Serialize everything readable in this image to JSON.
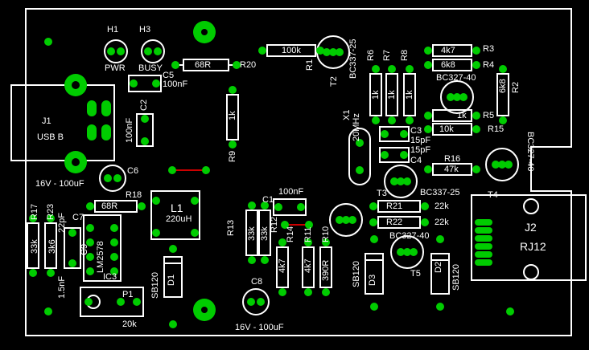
{
  "labels": {
    "H1": "H1",
    "H3": "H3",
    "PWR": "PWR",
    "BUSY": "BUSY",
    "C5": "C5",
    "C5_val": "100nF",
    "R20": "R20",
    "R20_val": "68R",
    "R1": "R1",
    "R1_val": "100k",
    "T2": "T2",
    "T2_val": "BC337-25",
    "R6": "R6",
    "R7": "R7",
    "R8": "R8",
    "R6_val": "1k",
    "R7_val": "1k",
    "R8_val": "1k",
    "R3": "R3",
    "R3_val": "4k7",
    "R4": "R4",
    "R4_val": "6k8",
    "R2": "R2",
    "R2_val": "6k8",
    "T1_val": "BC327-40",
    "R5": "R5",
    "R5_val": "1k",
    "R15": "R15",
    "R15_val": "10k",
    "R16": "R16",
    "R16_val": "47k",
    "T4_val": "BC327-40",
    "T4": "T4",
    "J1": "J1",
    "J1_val": "USB B",
    "C2": "C2",
    "C2_val": "100nF",
    "R9": "R9",
    "R9_val": "1k",
    "X1": "X1",
    "X1_val": "20MHz",
    "C3": "C3",
    "C3_val": "15pF",
    "C4": "C4",
    "C4_val": "15pF",
    "C6": "C6",
    "C6_val": "16V - 100uF",
    "R18": "R18",
    "R18_val": "68R",
    "L1": "L1",
    "L1_val": "220uH",
    "C1": "C1",
    "C1_val": "100nF",
    "T3": "T3",
    "T3_val": "BC337-25",
    "R21": "R21",
    "R21_val": "22k",
    "R22": "R22",
    "R22_val": "22k",
    "J2": "J2",
    "J2_val": "RJ12",
    "R17": "R17",
    "R23": "R23",
    "R17_val": "33k",
    "R23_val": "3k6",
    "C7": "C7",
    "C7_val": "22pF",
    "C9": "C9",
    "C9_val": "1.5nF",
    "IC3": "IC3",
    "IC3_val": "LM2578",
    "R13": "R13",
    "R12": "R12",
    "R13_val": "33k",
    "R12_val": "33k",
    "R14": "R14",
    "R11": "R11",
    "R10": "R10",
    "R14_val": "4k7",
    "R11_val": "4k7",
    "R10_val": "390R",
    "T5_val": "BC327-40",
    "T5": "T5",
    "D3": "D3",
    "D3_val": "SB120",
    "D2": "D2",
    "D2_val": "SB120",
    "D1": "D1",
    "D1_val": "SB120",
    "C8": "C8",
    "C8_val": "16V - 100uF",
    "P1": "P1",
    "P1_val": "20k"
  },
  "colors": {
    "background": "#000000",
    "silk": "#ffffff",
    "pad": "#00cc00",
    "track": "#cc0000"
  }
}
